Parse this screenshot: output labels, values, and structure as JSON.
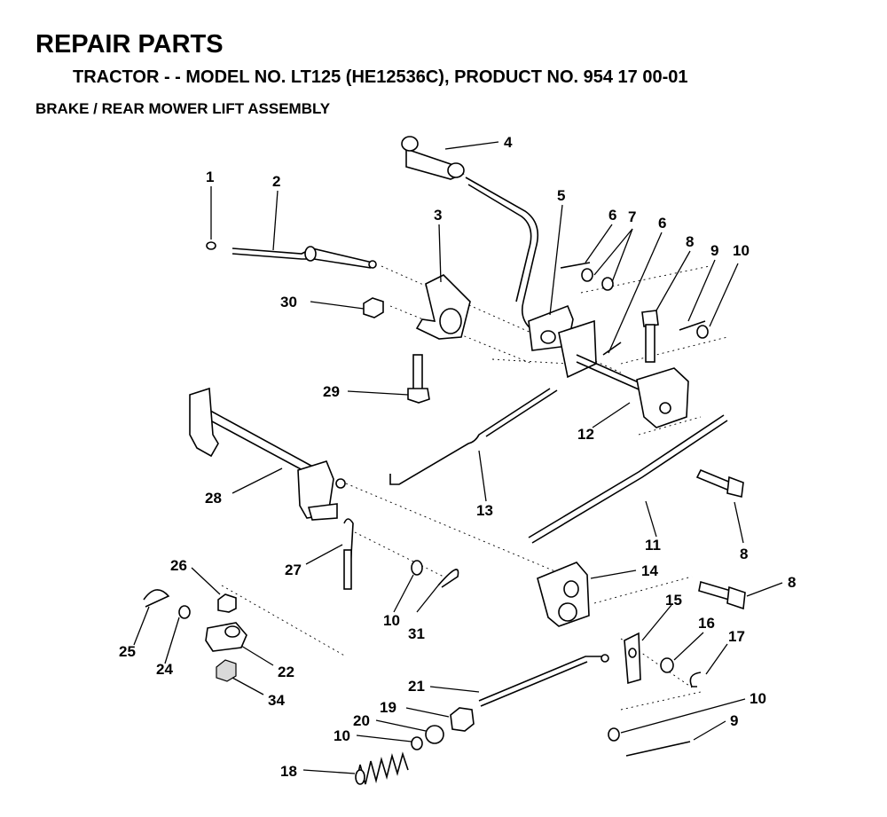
{
  "header": {
    "title": "REPAIR PARTS",
    "subtitle": "TRACTOR - - MODEL NO. LT125 (HE12536C),  PRODUCT NO. 954 17 00-01",
    "section": "BRAKE / REAR MOWER LIFT ASSEMBLY"
  },
  "callouts": [
    {
      "id": "c1",
      "label": "1"
    },
    {
      "id": "c2",
      "label": "2"
    },
    {
      "id": "c3",
      "label": "3"
    },
    {
      "id": "c4",
      "label": "4"
    },
    {
      "id": "c5",
      "label": "5"
    },
    {
      "id": "c6a",
      "label": "6"
    },
    {
      "id": "c7",
      "label": "7"
    },
    {
      "id": "c6b",
      "label": "6"
    },
    {
      "id": "c8a",
      "label": "8"
    },
    {
      "id": "c9a",
      "label": "9"
    },
    {
      "id": "c10a",
      "label": "10"
    },
    {
      "id": "c30",
      "label": "30"
    },
    {
      "id": "c29",
      "label": "29"
    },
    {
      "id": "c12",
      "label": "12"
    },
    {
      "id": "c28",
      "label": "28"
    },
    {
      "id": "c13",
      "label": "13"
    },
    {
      "id": "c11",
      "label": "11"
    },
    {
      "id": "c8b",
      "label": "8"
    },
    {
      "id": "c27",
      "label": "27"
    },
    {
      "id": "c26",
      "label": "26"
    },
    {
      "id": "c14",
      "label": "14"
    },
    {
      "id": "c8c",
      "label": "8"
    },
    {
      "id": "c10b",
      "label": "10"
    },
    {
      "id": "c31",
      "label": "31"
    },
    {
      "id": "c15",
      "label": "15"
    },
    {
      "id": "c25",
      "label": "25"
    },
    {
      "id": "c24",
      "label": "24"
    },
    {
      "id": "c22",
      "label": "22"
    },
    {
      "id": "c16",
      "label": "16"
    },
    {
      "id": "c17",
      "label": "17"
    },
    {
      "id": "c34",
      "label": "34"
    },
    {
      "id": "c21",
      "label": "21"
    },
    {
      "id": "c10c",
      "label": "10"
    },
    {
      "id": "c19",
      "label": "19"
    },
    {
      "id": "c9b",
      "label": "9"
    },
    {
      "id": "c20",
      "label": "20"
    },
    {
      "id": "c10d",
      "label": "10"
    },
    {
      "id": "c18",
      "label": "18"
    }
  ]
}
